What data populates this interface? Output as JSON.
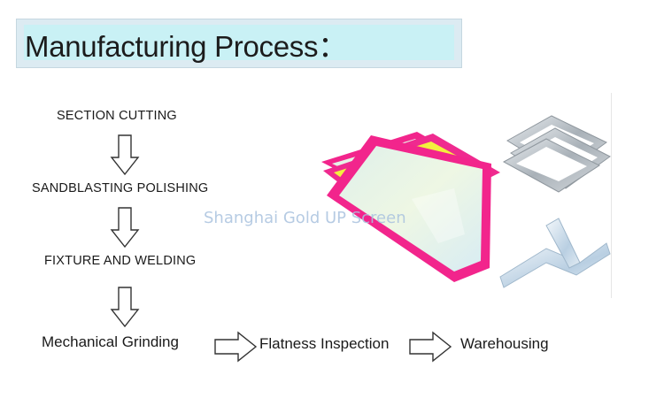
{
  "title": "Manufacturing Process：",
  "steps": {
    "section_cutting": "SECTION CUTTING",
    "sandblasting": "SANDBLASTING POLISHING",
    "fixture": "FIXTURE AND WELDING",
    "grinding": "Mechanical Grinding",
    "flatness": "Flatness Inspection",
    "warehousing": "Warehousing"
  },
  "watermark": "Shanghai Gold UP Screen",
  "colors": {
    "frame_magenta": "#f2258c",
    "mesh_yellow": "#f3ef3e",
    "mesh_pale": "#e6f3df",
    "aluminum": "#b8bfc5",
    "title_band": "#c9f1f5"
  },
  "icons": [
    "down-arrow-icon",
    "right-arrow-icon"
  ]
}
